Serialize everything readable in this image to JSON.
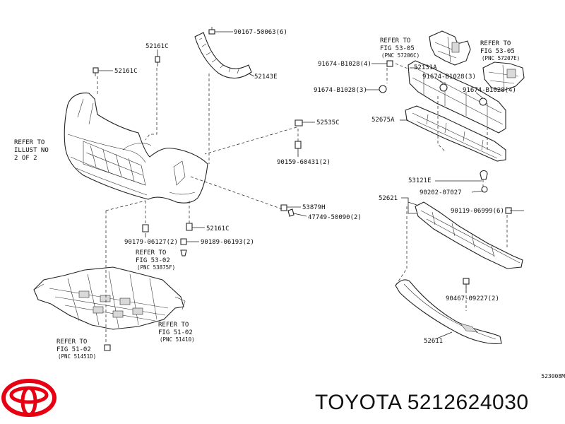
{
  "labels": {
    "p90167": "90167-50063(6)",
    "p52161c_top": "52161C",
    "p52161c_left": "52161C",
    "p52143e": "52143E",
    "p52535c": "52535C",
    "p90159": "90159-60431(2)",
    "p53879h": "53879H",
    "p47749": "47749-50090(2)",
    "p52161c_bottom": "52161C",
    "p90179": "90179-06127(2)",
    "p90189": "90189-06193(2)",
    "p91674_a": "91674-B1028(4)",
    "p91674_b": "91674-B1028(3)",
    "p91674_c": "91674-B1028(3)",
    "p91674_d": "91674-B1028(4)",
    "p52131a": "52131A",
    "p52675a": "52675A",
    "p53121e": "53121E",
    "p90202": "90202-07027",
    "p52621": "52621",
    "p90119": "90119-06999(6)",
    "p52611": "52611",
    "p90467": "90467-09227(2)"
  },
  "refs": {
    "illust": [
      "REFER TO",
      "ILLUST NO",
      "2 OF 2"
    ],
    "fig5302": [
      "REFER TO",
      "FIG 53-02",
      "(PNC 53875F)"
    ],
    "fig5102a": [
      "REFER TO",
      "FIG 51-02",
      "(PNC 51410)"
    ],
    "fig5102b": [
      "REFER TO",
      "FIG 51-02",
      "(PNC 51451D)"
    ],
    "fig5305a": [
      "REFER TO",
      "FIG 53-05",
      "(PNC 57206C)"
    ],
    "fig5305b": [
      "REFER TO",
      "FIG 53-05",
      "(PNC 57207E)"
    ]
  },
  "figure_code": "523008M",
  "brand": {
    "text": "TOYOTA 5212624030",
    "logo_name": "toyota-logo",
    "logo_color": "#e60012"
  }
}
